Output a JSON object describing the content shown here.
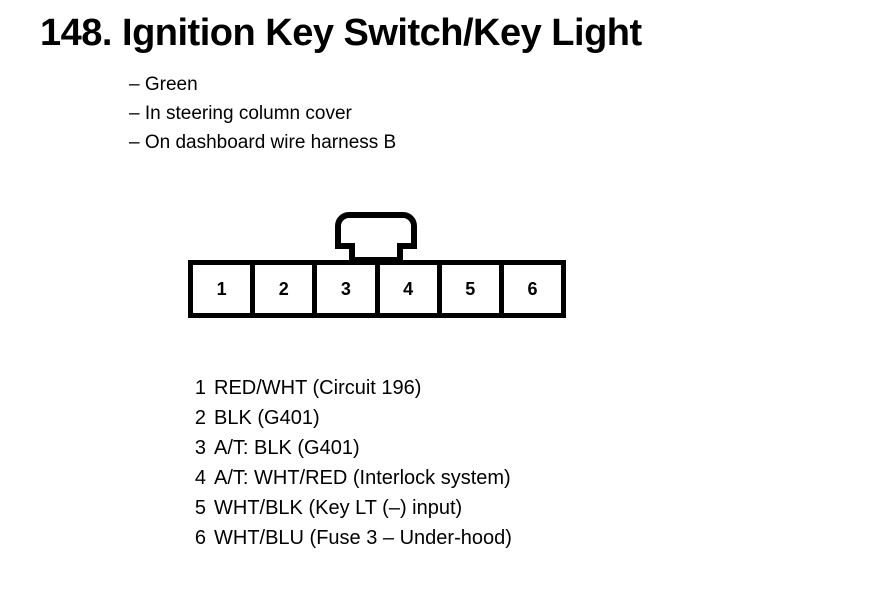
{
  "page": {
    "title": "148. Ignition Key Switch/Key Light",
    "background_color": "#ffffff",
    "ink_color": "#000000"
  },
  "description": {
    "lines": [
      "– Green",
      "– In steering column cover",
      "– On dashboard wire harness B"
    ]
  },
  "connector": {
    "cavity_count": 6,
    "cavities": [
      {
        "number": "1"
      },
      {
        "number": "2"
      },
      {
        "number": "3"
      },
      {
        "number": "4"
      },
      {
        "number": "5"
      },
      {
        "number": "6"
      }
    ],
    "lock_tab": "connector-lock-tab"
  },
  "pin_list": {
    "rows": [
      {
        "pin": "1",
        "description": "RED/WHT (Circuit 196)"
      },
      {
        "pin": "2",
        "description": "BLK (G401)"
      },
      {
        "pin": "3",
        "description": "A/T: BLK (G401)"
      },
      {
        "pin": "4",
        "description": "A/T: WHT/RED (Interlock system)"
      },
      {
        "pin": "5",
        "description": "WHT/BLK (Key LT (–) input)"
      },
      {
        "pin": "6",
        "description": "WHT/BLU (Fuse 3 – Under-hood)"
      }
    ]
  }
}
